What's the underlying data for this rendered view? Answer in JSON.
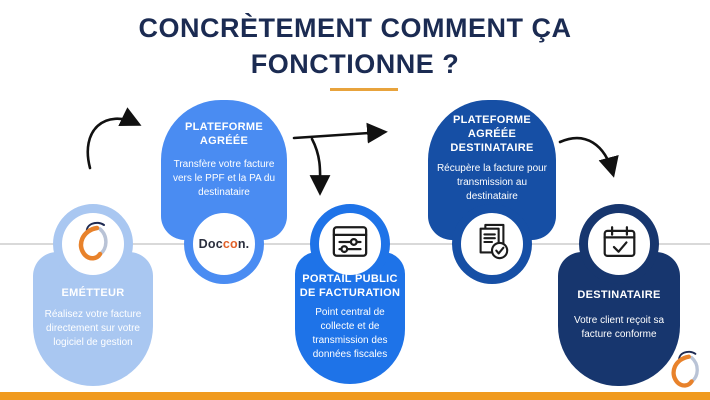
{
  "title": {
    "line1": "CONCRÈTEMENT COMMENT ÇA",
    "line2": "FONCTIONNE ?",
    "text_color": "#1b2b52",
    "underline_color": "#e8a33c"
  },
  "branding": {
    "wordmark_prefix": "Doc",
    "wordmark_highlight": "co",
    "wordmark_suffix": "n.",
    "corner_logo_icon": "doccon-swoosh-icon"
  },
  "timeline": {
    "line_color": "#d9d9d9",
    "bottom_bar_color": "#f09a1f"
  },
  "steps": [
    {
      "title": "EMÉTTEUR",
      "description": "Réalisez votre facture directement sur votre logiciel de gestion",
      "icon": "doccon-swoosh-icon",
      "color": "#a9c7f1",
      "position": "bottom"
    },
    {
      "title": "PLATEFORME AGRÉÉE",
      "description": "Transfère votre facture vers le PPF et la PA du destinataire",
      "icon": "doccon-wordmark",
      "color": "#4a8cf2",
      "position": "top"
    },
    {
      "title": "PORTAIL PUBLIC DE FACTURATION",
      "description": "Point central de collecte et de transmission des données fiscales",
      "icon": "window-sliders-icon",
      "color": "#1e73e8",
      "position": "bottom"
    },
    {
      "title": "PLATEFORME AGRÉÉE DESTINATAIRE",
      "description": "Récupère la facture pour transmission au destinataire",
      "icon": "documents-check-icon",
      "color": "#164fa5",
      "position": "top"
    },
    {
      "title": "DESTINATAIRE",
      "description": "Votre client reçoit sa facture conforme",
      "icon": "calendar-check-icon",
      "color": "#17366e",
      "position": "bottom"
    }
  ]
}
